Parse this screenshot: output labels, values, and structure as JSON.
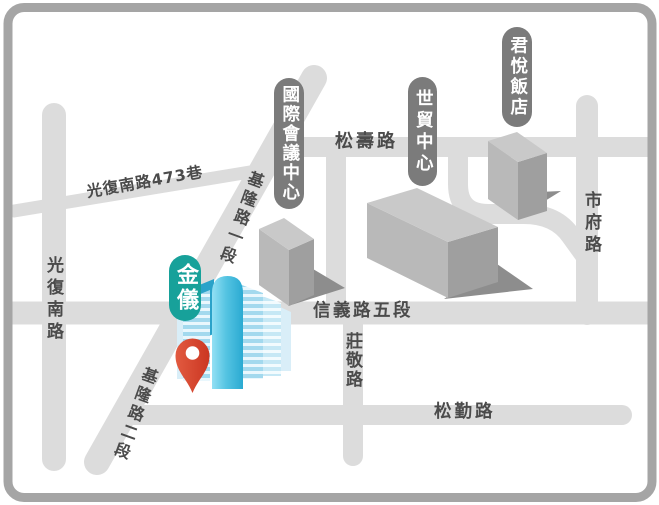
{
  "landmark_bubbles": [
    {
      "id": "intl-convention-center",
      "label": "國際會議中心"
    },
    {
      "id": "world-trade-center",
      "label": "世貿中心"
    },
    {
      "id": "grand-hyatt-hotel",
      "label": "君悅飯店"
    }
  ],
  "company_marker": {
    "label": "金儀"
  },
  "road_labels": {
    "songshou": "松壽路",
    "guangfu_lane": "光復南路473巷",
    "keelung_sec1": "基隆路一段",
    "shifu": "市府路",
    "guangfu_south": "光復南路",
    "xinyi_sec5": "信義路五段",
    "zhuangjing": "莊敬路",
    "keelung_sec2": "基隆路二段",
    "songqin": "松勤路"
  },
  "colors": {
    "road": "#dcdcdc",
    "road_text": "#4b4b4b",
    "bubble_bg": "#7b7b7b",
    "bubble_text": "#ffffff",
    "brand_teal": "#17a19a",
    "pin_red": "#d5432e",
    "building_top": "#c9c9c9",
    "building_front": "#b9b9b9",
    "building_side": "#9f9f9f",
    "building_shadow": "#8d8d8d",
    "company_building_blue": "#31b2d8",
    "map_border": "#a5a5a5"
  }
}
